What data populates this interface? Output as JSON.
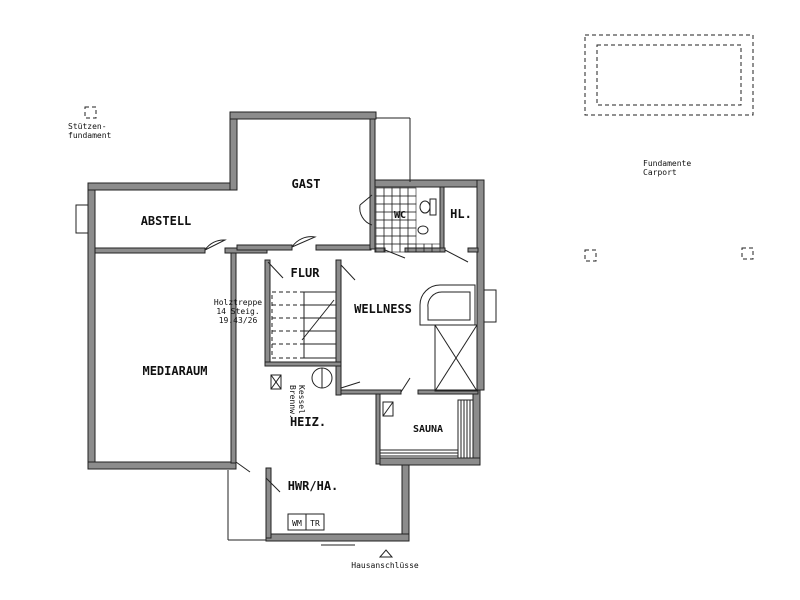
{
  "rooms": {
    "gast": "GAST",
    "abstell": "ABSTELL",
    "wc": "WC",
    "hl": "HL.",
    "flur": "FLUR",
    "wellness": "WELLNESS",
    "mediaraum": "MEDIARAUM",
    "heiz": "HEIZ.",
    "sauna": "SAUNA",
    "hwr": "HWR/HA."
  },
  "annotations": {
    "stair_1": "Holztreppe",
    "stair_2": "14 Steig.",
    "stair_3": "19.43/26",
    "boiler_1": "Brennw.-",
    "boiler_2": "Kessel",
    "wm": "WM",
    "tr": "TR",
    "hausanschluesse": "Hausanschlüsse",
    "stuetzen_1": "Stützen-",
    "stuetzen_2": "fundament",
    "carport_1": "Fundamente",
    "carport_2": "Carport"
  }
}
